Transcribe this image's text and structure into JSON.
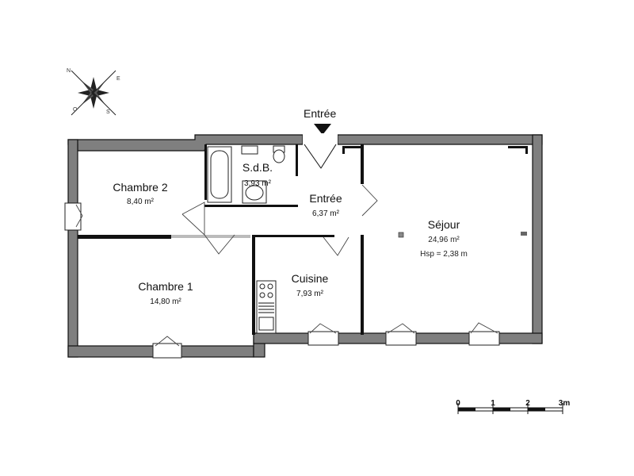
{
  "compass": {
    "labels": {
      "n": "N",
      "e": "E",
      "s": "S",
      "w": "O"
    }
  },
  "entrance_label": "Entrée",
  "rooms": {
    "chambre2": {
      "name": "Chambre 2",
      "area": "8,40 m²"
    },
    "sdb": {
      "name": "S.d.B.",
      "area": "3,93 m²"
    },
    "entree": {
      "name": "Entrée",
      "area": "6,37 m²"
    },
    "sejour": {
      "name": "Séjour",
      "area": "24,96 m²",
      "height": "Hsp = 2,38 m"
    },
    "cuisine": {
      "name": "Cuisine",
      "area": "7,93 m²"
    },
    "chambre1": {
      "name": "Chambre 1",
      "area": "14,80 m²"
    }
  },
  "scale": {
    "ticks": [
      "0",
      "1",
      "2",
      "3m"
    ]
  },
  "colors": {
    "walls": "#7f7f7f",
    "lines": "#111111",
    "background": "#ffffff"
  }
}
